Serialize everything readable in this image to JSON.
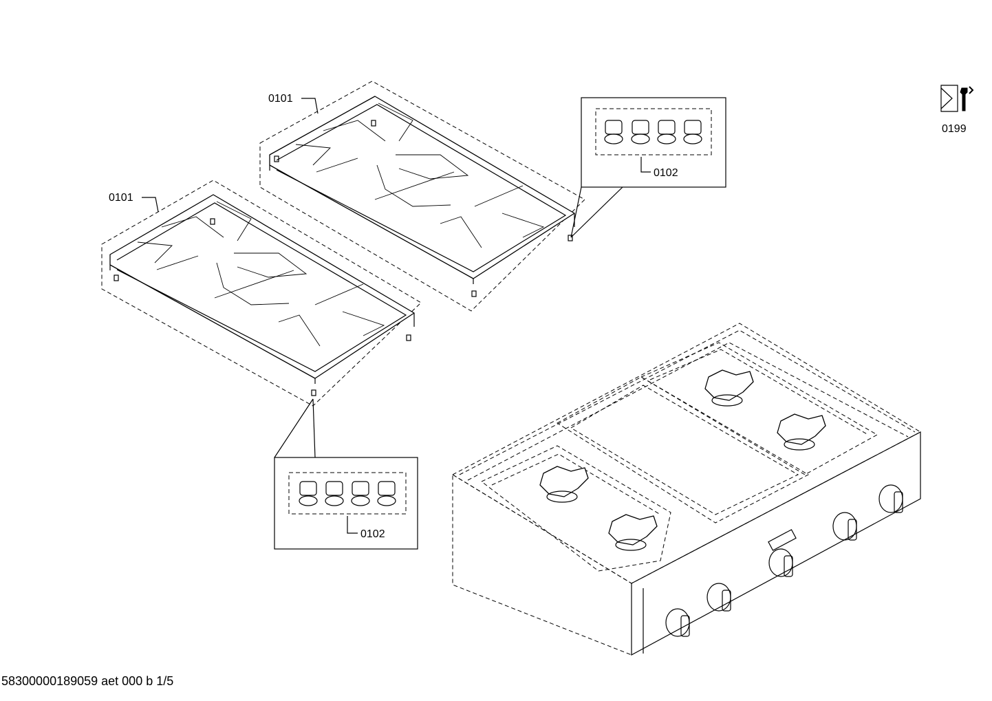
{
  "labels": {
    "grate_upper": "0101",
    "grate_lower": "0101",
    "feet_upper": "0102",
    "feet_lower": "0102",
    "service_tool": "0199"
  },
  "footer": "58300000189059 aet 000 b 1/5",
  "icons": [
    "wrench-tool-icon"
  ]
}
